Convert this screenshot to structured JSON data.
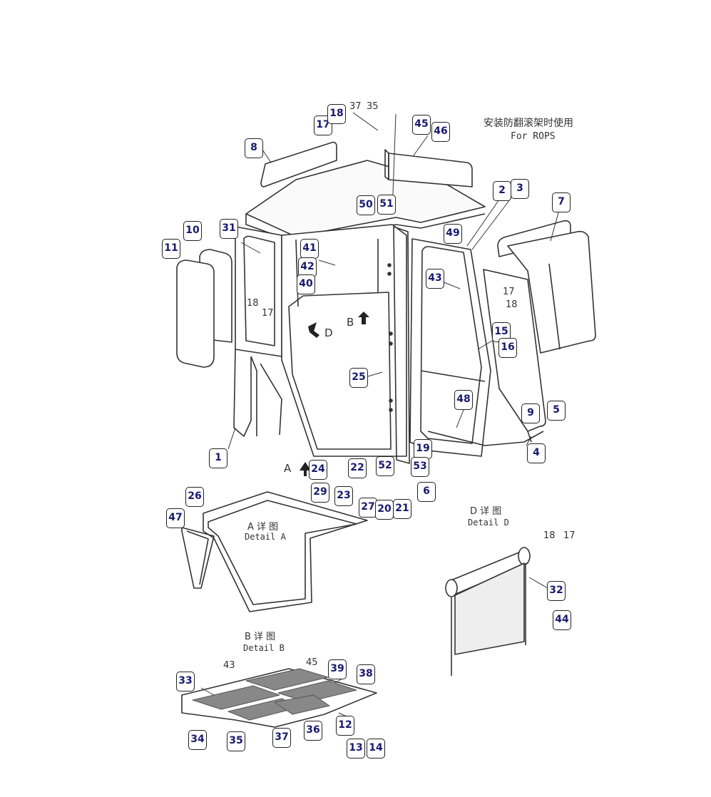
{
  "header": {
    "title_cn": "安装防翻滚架时使用",
    "title_en": "For ROPS"
  },
  "details": {
    "a_cn": "A 详 图",
    "a_en": "Detail A",
    "b_cn": "B 详 图",
    "b_en": "Detail B",
    "d_cn": "D 详 图",
    "d_en": "Detail D"
  },
  "plain_labels": {
    "n37_top": "37",
    "n35_top": "35",
    "n17_r": "17",
    "n18_r": "18",
    "n18_l": "18",
    "n17_l": "17",
    "a": "A",
    "b": "B",
    "d": "D",
    "n18_d": "18",
    "n17_d": "17",
    "n43_b": "43",
    "n45_b": "45"
  },
  "callouts": [
    "17",
    "18",
    "8",
    "45",
    "46",
    "2",
    "3",
    "7",
    "50",
    "51",
    "10",
    "31",
    "11",
    "41",
    "42",
    "40",
    "49",
    "43",
    "15",
    "16",
    "25",
    "9",
    "5",
    "48",
    "1",
    "4",
    "19",
    "52",
    "53",
    "24",
    "22",
    "29",
    "23",
    "6",
    "27",
    "20",
    "21",
    "26",
    "47",
    "32",
    "44",
    "39",
    "38",
    "33",
    "12",
    "36",
    "37",
    "34",
    "35",
    "13",
    "14"
  ]
}
